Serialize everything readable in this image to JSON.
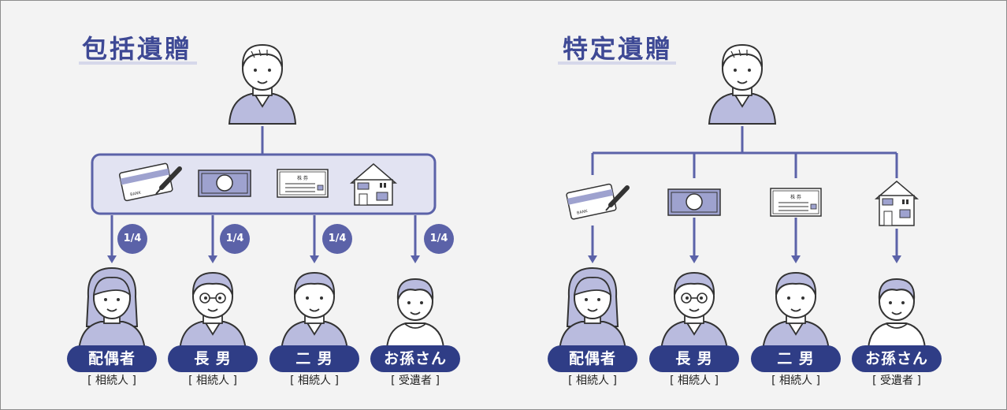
{
  "colors": {
    "navy": "#2f3d86",
    "accent": "#5b62a8",
    "title": "#3e4995",
    "box_fill": "#e2e3f2",
    "line": "#5b62a8"
  },
  "left": {
    "title": "包括遺贈",
    "fractions": [
      "1/4",
      "1/4",
      "1/4",
      "1/4"
    ],
    "heirs": [
      {
        "name": "配偶者",
        "role": "[ 相続人 ]"
      },
      {
        "name": "長 男",
        "role": "[ 相続人 ]"
      },
      {
        "name": "二 男",
        "role": "[ 相続人 ]"
      },
      {
        "name": "お孫さん",
        "role": "[ 受遺者 ]"
      }
    ],
    "assets": [
      "bank-card-icon",
      "cash-icon",
      "stock-certificate-icon",
      "house-icon"
    ]
  },
  "right": {
    "title": "特定遺贈",
    "heirs": [
      {
        "name": "配偶者",
        "role": "[ 相続人 ]"
      },
      {
        "name": "長 男",
        "role": "[ 相続人 ]"
      },
      {
        "name": "二 男",
        "role": "[ 相続人 ]"
      },
      {
        "name": "お孫さん",
        "role": "[ 受遺者 ]"
      }
    ],
    "assets": [
      "bank-card-icon",
      "cash-icon",
      "stock-certificate-icon",
      "house-icon"
    ]
  },
  "asset_texts": {
    "card": "BANK",
    "certificate": "株 券"
  }
}
